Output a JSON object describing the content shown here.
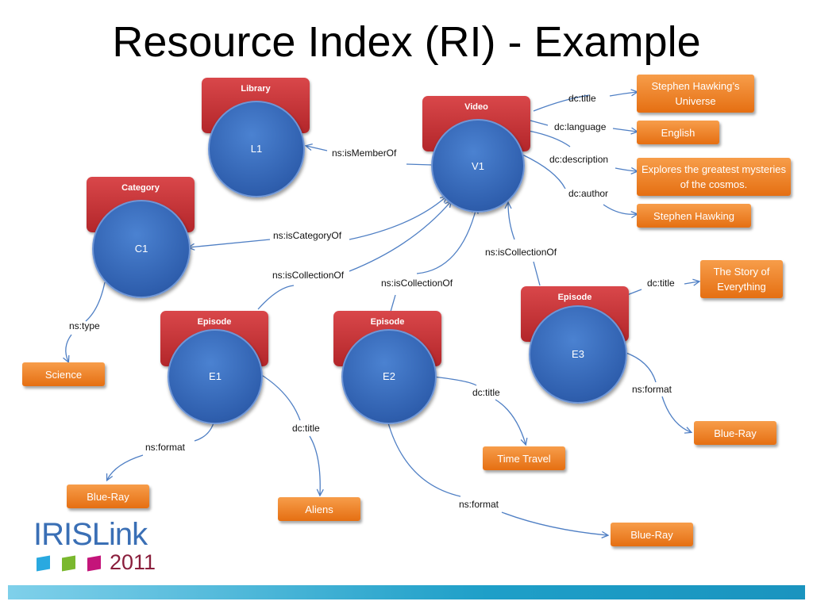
{
  "title": "Resource Index (RI) - Example",
  "nodes": {
    "library": {
      "type": "Library",
      "id": "L1"
    },
    "video": {
      "type": "Video",
      "id": "V1"
    },
    "category": {
      "type": "Category",
      "id": "C1"
    },
    "episode1": {
      "type": "Episode",
      "id": "E1"
    },
    "episode2": {
      "type": "Episode",
      "id": "E2"
    },
    "episode3": {
      "type": "Episode",
      "id": "E3"
    }
  },
  "values": {
    "v1_title": "Stephen Hawking’s Universe",
    "v1_language": "English",
    "v1_description": "Explores the greatest  mysteries  of the cosmos.",
    "v1_author": "Stephen Hawking",
    "c1_type": "Science",
    "e3_title": "The Story of Everything",
    "e3_format": "Blue-Ray",
    "e2_title": "Time Travel",
    "e2_format": "Blue-Ray",
    "e1_title": "Aliens",
    "e1_format": "Blue-Ray"
  },
  "edge_labels": {
    "dc_title_v1": "dc:title",
    "dc_language": "dc:language",
    "dc_description": "dc:description",
    "dc_author": "dc:author",
    "ismemberof": "ns:isMemberOf",
    "iscategoryof": "ns:isCategoryOf",
    "iscollectionof_e1": "ns:isCollectionOf",
    "iscollectionof_e2": "ns:isCollectionOf",
    "iscollectionof_e3": "ns:isCollectionOf",
    "dc_title_e3": "dc:title",
    "ns_type": "ns:type",
    "ns_format_e3": "ns:format",
    "dc_title_e2": "dc:title",
    "ns_format_e1": "ns:format",
    "dc_title_e1": "dc:title",
    "ns_format_e2": "ns:format"
  },
  "logo": {
    "name": "IRISLink",
    "year": "2011"
  },
  "colors": {
    "node_tab": "#c0393b",
    "node_circle": "#3468b8",
    "value_box": "#f08a2c",
    "edge": "#4f7fc4"
  }
}
